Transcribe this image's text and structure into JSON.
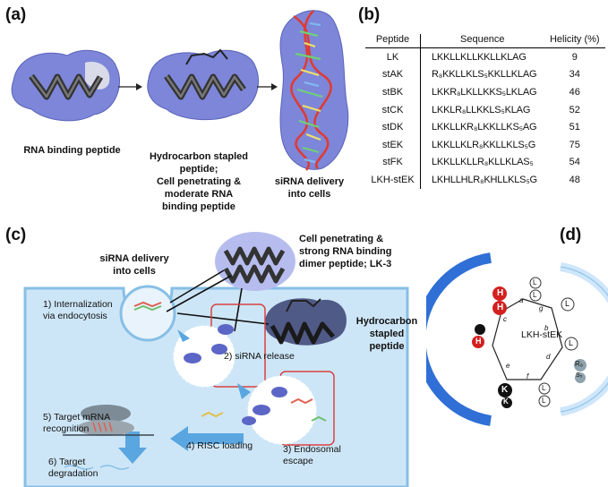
{
  "panel_labels": {
    "a": "(a)",
    "b": "(b)",
    "c": "(c)",
    "d": "(d)"
  },
  "panel_a": {
    "cap1": "RNA binding peptide",
    "cap2_line1": "Hydrocarbon stapled",
    "cap2_line2": "peptide;",
    "cap2_line3": "Cell penetrating &",
    "cap2_line4": "moderate RNA",
    "cap2_line5": "binding peptide",
    "cap3_line1": "siRNA delivery",
    "cap3_line2": "into cells"
  },
  "panel_b": {
    "headers": {
      "peptide": "Peptide",
      "sequence": "Sequence",
      "helicity": "Helicity (%)"
    },
    "rows": [
      {
        "peptide": "LK",
        "sequence": "LKKLLKLLKKLLKLAG",
        "helicity": "9"
      },
      {
        "peptide": "stAK",
        "sequence": "R₈KKLLKLS₅KKLLKLAG",
        "helicity": "34"
      },
      {
        "peptide": "stBK",
        "sequence": "LKKR₈LKLLKKS₅LKLAG",
        "helicity": "46"
      },
      {
        "peptide": "stCK",
        "sequence": "LKKLR₈LLKKLS₅KLAG",
        "helicity": "52"
      },
      {
        "peptide": "stDK",
        "sequence": "LKKLLKR₈LKKLLKS₅AG",
        "helicity": "51"
      },
      {
        "peptide": "stEK",
        "sequence": "LKKLLKLR₈KKLLKLS₅G",
        "helicity": "75"
      },
      {
        "peptide": "stFK",
        "sequence": "LKKLLKLLR₈KLLKLAS₅",
        "helicity": "54"
      },
      {
        "peptide": "LKH-stEK",
        "sequence": "LKHLLHLR₈KHLLKLS₅G",
        "helicity": "48"
      }
    ]
  },
  "panel_c": {
    "title_dimer_line1": "Cell penetrating &",
    "title_dimer_line2": "strong RNA binding",
    "title_dimer_line3": "dimer peptide; LK-3",
    "sirna_line1": "siRNA delivery",
    "sirna_line2": "into cells",
    "stapled_line1": "Hydrocarbon",
    "stapled_line2": "stapled",
    "stapled_line3": "peptide",
    "step1_line1": "1) Internalization",
    "step1_line2": "via endocytosis",
    "step2": "2) siRNA release",
    "step3_line1": "3) Endosomal",
    "step3_line2": "escape",
    "step4": "4) RISC loading",
    "step5_line1": "5) Target mRNA",
    "step5_line2": "recognition",
    "step6_line1": "6) Target",
    "step6_line2": "degradation"
  },
  "panel_d": {
    "center_label": "LKH-stEK",
    "positions": [
      "a",
      "b",
      "c",
      "d",
      "e",
      "f",
      "g"
    ],
    "residues_left": [
      "H",
      "H",
      "K",
      "K",
      "H"
    ],
    "residues_right": [
      "L",
      "L",
      "L",
      "L",
      "L",
      "L",
      "R₈",
      "S₅"
    ],
    "colors": {
      "arc": "#2f6fd6",
      "arc_light": "#cfe6fb",
      "his": "#d32020",
      "lys": "#111111"
    }
  },
  "colors": {
    "surface": "#7d86d8",
    "cell": "#cde6f7",
    "membrane": "#87bfe6",
    "arrow": "#5aa6e0",
    "box": "#d94040"
  }
}
